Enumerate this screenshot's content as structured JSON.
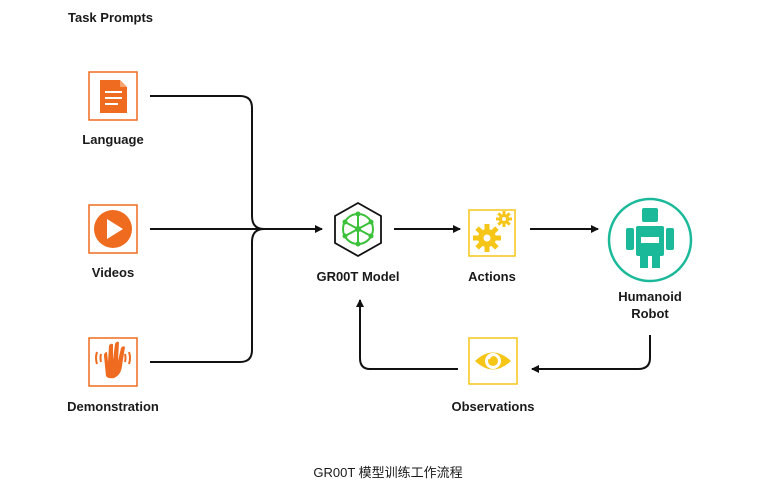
{
  "section_title": "Task Prompts",
  "inputs": [
    {
      "label": "Language",
      "icon": "document-icon"
    },
    {
      "label": "Videos",
      "icon": "play-icon"
    },
    {
      "label": "Demonstration",
      "icon": "waving-hand-icon"
    }
  ],
  "model": {
    "label": "GR00T Model",
    "icon": "neural-cube-icon"
  },
  "actions": {
    "label": "Actions",
    "icon": "gears-icon"
  },
  "robot": {
    "line1": "Humanoid",
    "line2": "Robot",
    "icon": "humanoid-robot-icon"
  },
  "observations": {
    "label": "Observations",
    "icon": "eye-icon"
  },
  "caption": "GR00T 模型训练工作流程",
  "colors": {
    "orange": "#ee6b1f",
    "yellow": "#f5c518",
    "teal": "#1ab99a",
    "green": "#3cc13b",
    "line": "#111111"
  }
}
